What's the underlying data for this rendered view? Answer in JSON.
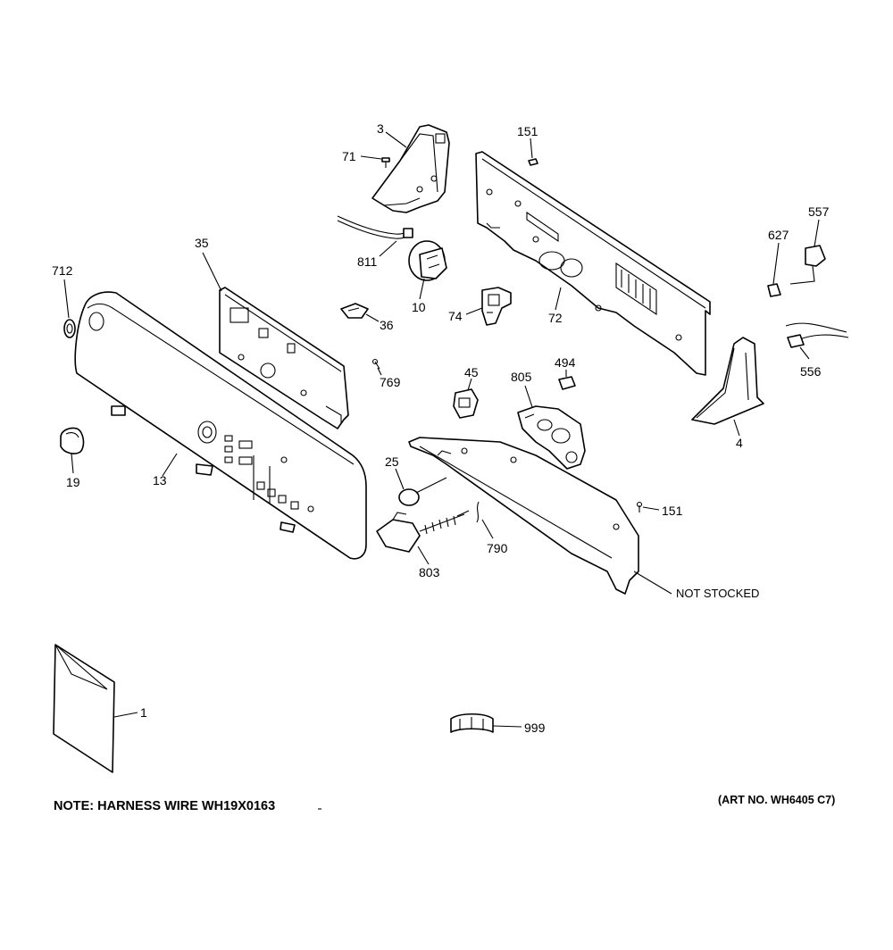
{
  "callouts": {
    "c3": "3",
    "c151a": "151",
    "c71": "71",
    "c557": "557",
    "c627": "627",
    "c35": "35",
    "c811": "811",
    "c712": "712",
    "c10": "10",
    "c74": "74",
    "c72": "72",
    "c36": "36",
    "c769": "769",
    "c45": "45",
    "c805": "805",
    "c494": "494",
    "c556": "556",
    "c4": "4",
    "c25": "25",
    "c19": "19",
    "c13": "13",
    "c151b": "151",
    "c790": "790",
    "c803": "803",
    "c1": "1",
    "c999": "999",
    "not_stocked": "NOT STOCKED"
  },
  "notes": {
    "harness": "NOTE: HARNESS WIRE WH19X0163",
    "art_no": "(ART NO. WH6405 C7)"
  }
}
